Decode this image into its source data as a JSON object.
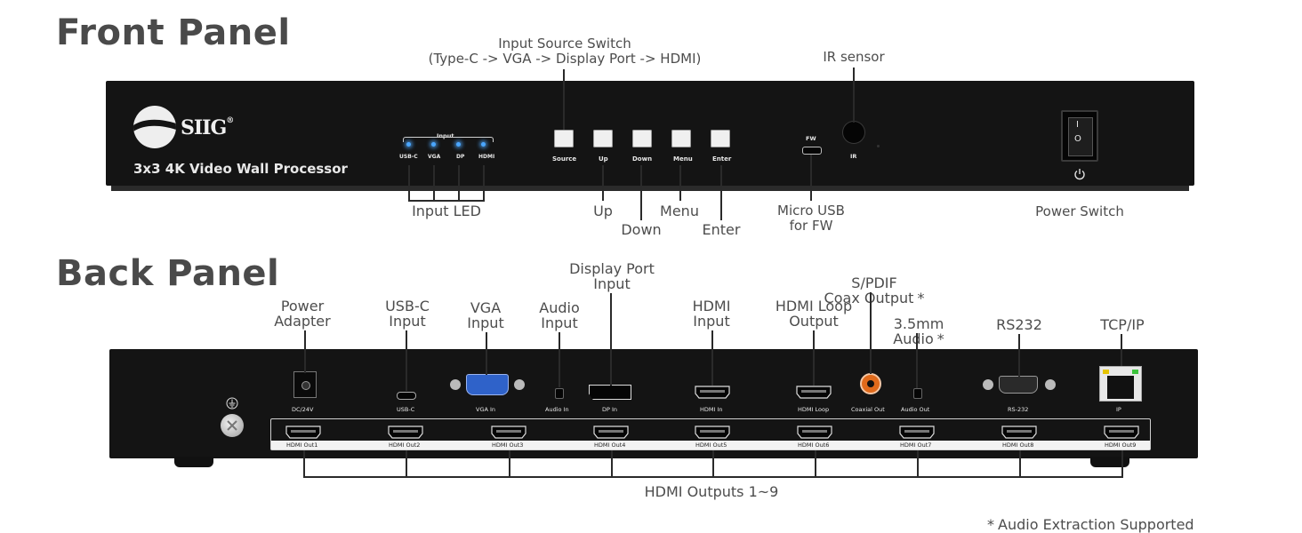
{
  "front": {
    "heading": "Front Panel",
    "brand": "SIIG",
    "brand_mark": "®",
    "model": "3x3 4K Video Wall Processor",
    "input_group_label": "Input",
    "led_labels": [
      "USB-C",
      "VGA",
      "DP",
      "HDMI"
    ],
    "button_labels": [
      "Source",
      "Up",
      "Down",
      "Menu",
      "Enter"
    ],
    "fw_label": "FW",
    "ir_label": "IR",
    "switch_symbols": [
      "I",
      "O"
    ],
    "power_icon": "power-icon",
    "callouts": {
      "input_source_switch": "Input Source Switch\n(Type-C -> VGA -> Display Port -> HDMI)",
      "ir_sensor": "IR sensor",
      "input_led": "Input LED",
      "up": "Up",
      "down": "Down",
      "menu": "Menu",
      "enter": "Enter",
      "micro_usb": "Micro USB\nfor FW",
      "power_switch": "Power Switch"
    }
  },
  "back": {
    "heading": "Back Panel",
    "port_labels": {
      "dc": "DC/24V",
      "usbc": "USB-C",
      "vga": "VGA In",
      "audio_in": "Audio In",
      "dp": "DP In",
      "hdmi_in": "HDMI In",
      "hdmi_loop": "HDMI Loop",
      "coax": "Coaxial Out",
      "audio_out": "Audio Out",
      "rs232": "RS-232",
      "ip": "IP"
    },
    "output_labels": [
      "HDMI Out1",
      "HDMI Out2",
      "HDMI Out3",
      "HDMI Out4",
      "HDMI Out5",
      "HDMI Out6",
      "HDMI Out7",
      "HDMI Out8",
      "HDMI Out9"
    ],
    "callouts": {
      "power_adapter": "Power\nAdapter",
      "usbc_input": "USB-C\nInput",
      "vga_input": "VGA\nInput",
      "audio_input": "Audio\nInput",
      "dp_input": "Display Port\nInput",
      "hdmi_input": "HDMI\nInput",
      "hdmi_loop_output": "HDMI Loop\nOutput",
      "spdif": "S/PDIF\nCoax Output",
      "audio_35": "3.5mm\nAudio",
      "rs232": "RS232",
      "tcpip": "TCP/IP",
      "hdmi_outputs": "HDMI Outputs 1~9"
    },
    "asterisk": "*",
    "footnote": "Audio Extraction Supported"
  },
  "colors": {
    "panel": "#141414",
    "text": "#4d4d4d",
    "heading": "#4a4a4a",
    "led": "#4aa6ff",
    "vga_blue": "#2f62c9",
    "coax_orange": "#e06a1b"
  }
}
